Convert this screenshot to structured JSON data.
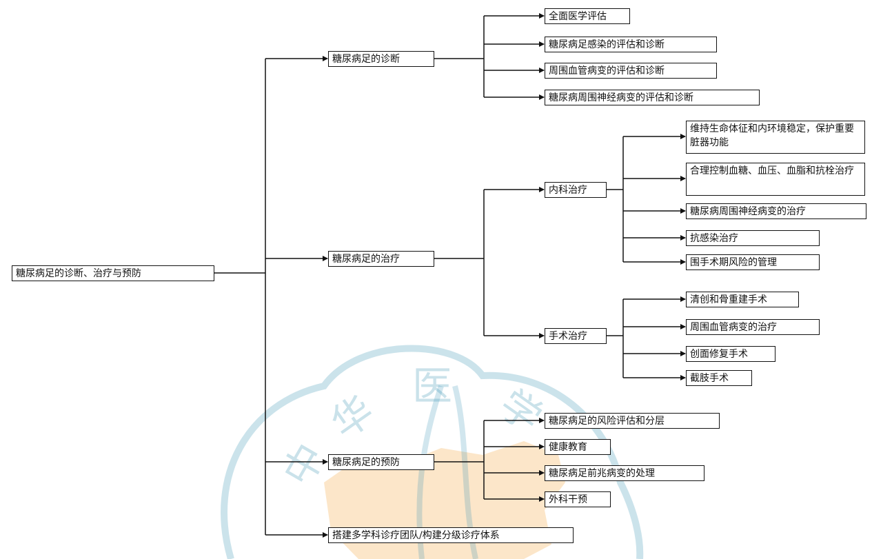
{
  "root": {
    "label": "糖尿病足的诊断、治疗与预防"
  },
  "branches": {
    "diagnosis": {
      "label": "糖尿病足的诊断",
      "items": [
        "全面医学评估",
        "糖尿病足感染的评估和诊断",
        "周围血管病变的评估和诊断",
        "糖尿病周围神经病变的评估和诊断"
      ]
    },
    "treatment": {
      "label": "糖尿病足的治疗",
      "medical": {
        "label": "内科治疗",
        "items": [
          "维持生命体征和内环境稳定，保护重要脏器功能",
          "合理控制血糖、血压、血脂和抗栓治疗",
          "糖尿病周围神经病变的治疗",
          "抗感染治疗",
          "围手术期风险的管理"
        ]
      },
      "surgical": {
        "label": "手术治疗",
        "items": [
          "清创和骨重建手术",
          "周围血管病变的治疗",
          "创面修复手术",
          "截肢手术"
        ]
      }
    },
    "prevention": {
      "label": "糖尿病足的预防",
      "items": [
        "糖尿病足的风险评估和分层",
        "健康教育",
        "糖尿病足前兆病变的处理",
        "外科干预"
      ]
    },
    "team": {
      "label": "搭建多学科诊疗团队/构建分级诊疗体系"
    }
  },
  "colors": {
    "line": "#111111",
    "watermark": "#2f8fb0",
    "watermark_map": "#f6b765"
  }
}
